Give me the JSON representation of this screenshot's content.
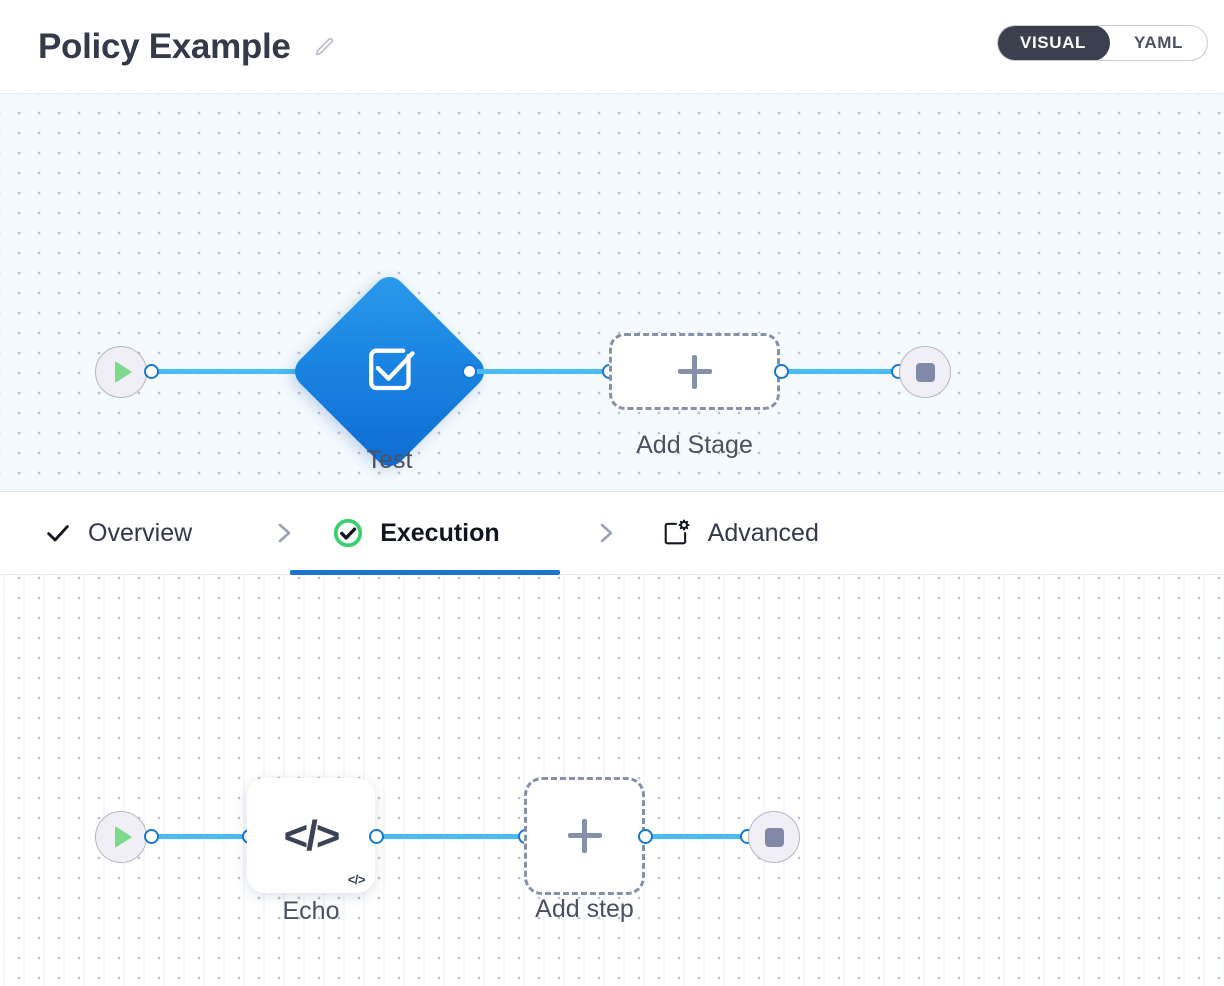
{
  "header": {
    "title": "Policy Example",
    "edit_icon": "pencil-icon",
    "mode_toggle": {
      "active": "VISUAL",
      "options": [
        "VISUAL",
        "YAML"
      ]
    }
  },
  "colors": {
    "accent_blue": "#1b74cd",
    "connector_blue": "#49bdf2",
    "port_blue": "#1678d4",
    "node_blue_light": "#2b9bea",
    "node_blue_dark": "#0e6bd2",
    "success_green": "#3bcf6e",
    "play_green": "#7dd98c",
    "dark_toggle": "#3b3f4e",
    "muted_text": "#4b5162",
    "dashed_border": "#8690ab",
    "stage_canvas_bg": "#f4fafd",
    "step_canvas_bg": "#ffffff"
  },
  "stage_canvas": {
    "start_node": {
      "name": "start",
      "icon": "play-icon"
    },
    "nodes": [
      {
        "id": "test",
        "label": "Test",
        "type": "stage",
        "icon": "checked-box-icon"
      },
      {
        "id": "add-stage",
        "label": "Add Stage",
        "type": "add",
        "icon": "plus-icon"
      }
    ],
    "end_node": {
      "name": "end",
      "icon": "stop-icon"
    }
  },
  "tabs": [
    {
      "id": "overview",
      "label": "Overview",
      "icon": "check-icon",
      "active": false
    },
    {
      "id": "execution",
      "label": "Execution",
      "icon": "check-circle-icon",
      "active": true
    },
    {
      "id": "advanced",
      "label": "Advanced",
      "icon": "box-gear-icon",
      "active": false
    }
  ],
  "tab_separator_icon": "chevron-right-icon",
  "step_canvas": {
    "start_node": {
      "name": "start",
      "icon": "play-icon"
    },
    "nodes": [
      {
        "id": "echo",
        "label": "Echo",
        "type": "step",
        "icon": "code-icon",
        "badge": "</>"
      },
      {
        "id": "add-step",
        "label": "Add step",
        "type": "add",
        "icon": "plus-icon"
      }
    ],
    "end_node": {
      "name": "end",
      "icon": "stop-icon"
    }
  }
}
